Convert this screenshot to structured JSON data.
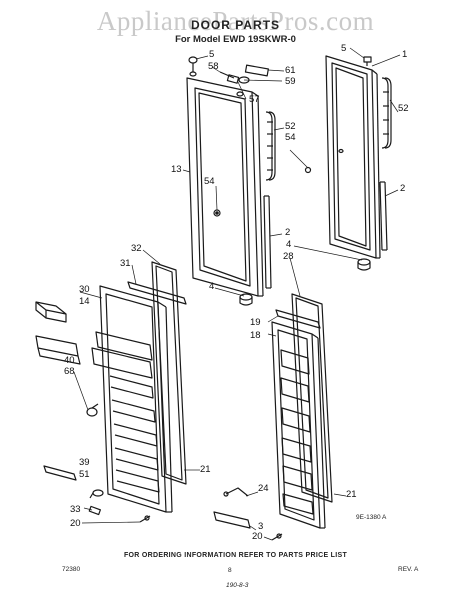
{
  "header": {
    "watermark": "AppliancePartsPros.com",
    "title": "DOOR PARTS",
    "model": "For Model EWD 19SKWR-0"
  },
  "callouts": {
    "c5a": "5",
    "c58": "58",
    "c61": "61",
    "c59": "59",
    "c57": "57",
    "c5b": "5",
    "c1": "1",
    "c52a": "52",
    "c52b": "52",
    "c54a": "54",
    "c13": "13",
    "c54b": "54",
    "c2a": "2",
    "c2b": "2",
    "c4a": "4",
    "c28": "28",
    "c32": "32",
    "c31": "31",
    "c4b": "4",
    "c30": "30",
    "c14": "14",
    "c19": "19",
    "c18": "18",
    "c40": "40",
    "c68": "68",
    "c21a": "21",
    "c21b": "21",
    "c39": "39",
    "c51": "51",
    "c24": "24",
    "c33": "33",
    "c20a": "20",
    "c3": "3",
    "c20b": "20"
  },
  "figure_code": "9E-1380 A",
  "footer": {
    "ordering": "FOR ORDERING INFORMATION REFER TO PARTS PRICE LIST",
    "left_code": "72380",
    "page": "8",
    "rev": "REV. A",
    "handwritten": "190-8-3"
  }
}
